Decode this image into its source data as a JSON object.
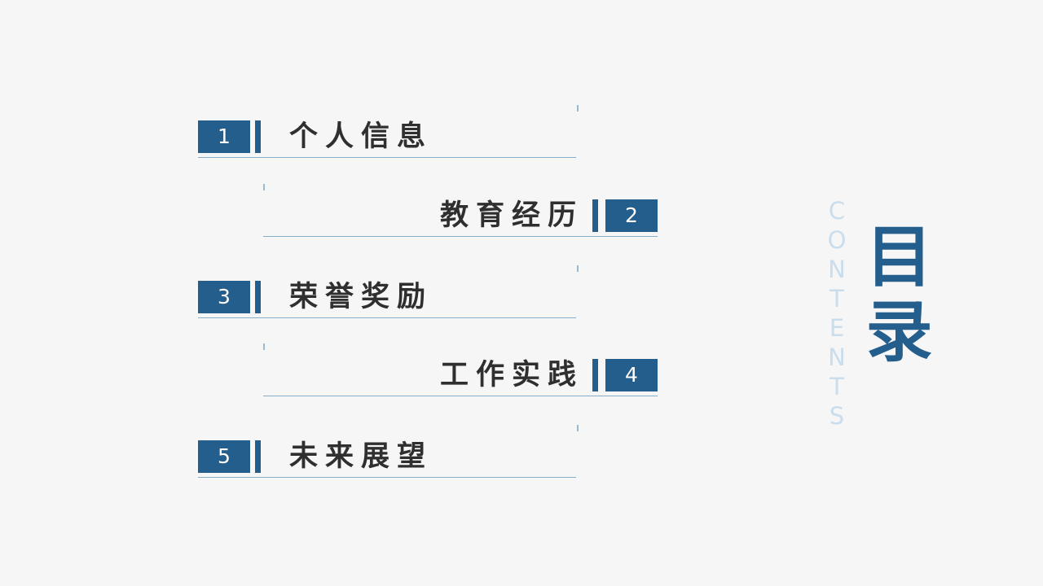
{
  "slide": {
    "title": "目录",
    "contents_label": "CONTENTS",
    "colors": {
      "accent": "#245e8c",
      "line": "#86b0c9",
      "contents-text": "#c9dded",
      "label-text": "#2f2f2f",
      "background": "#f6f6f6",
      "badge-text": "#ffffff"
    },
    "items": [
      {
        "number": "1",
        "label": "个人信息",
        "align": "left"
      },
      {
        "number": "2",
        "label": "教育经历",
        "align": "right"
      },
      {
        "number": "3",
        "label": "荣誉奖励",
        "align": "left"
      },
      {
        "number": "4",
        "label": "工作实践",
        "align": "right"
      },
      {
        "number": "5",
        "label": "未来展望",
        "align": "left"
      }
    ]
  }
}
